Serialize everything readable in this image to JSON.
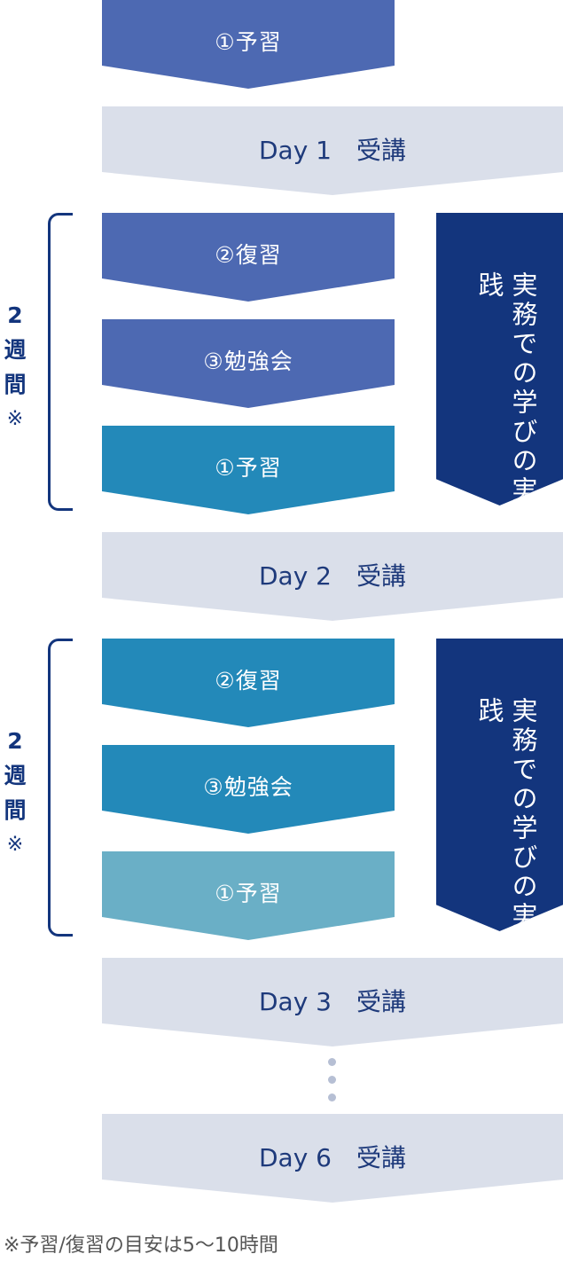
{
  "steps": {
    "s1": "①予習",
    "s2": "Day 1　受講",
    "s3": "②復習",
    "s4": "③勉強会",
    "s5": "①予習",
    "s6": "Day 2　受講",
    "s7": "②復習",
    "s8": "③勉強会",
    "s9": "①予習",
    "s10": "Day 3　受講",
    "s11": "Day 6　受講"
  },
  "practice": {
    "label1": "実務での学びの実践",
    "label2": "実務での学びの実践"
  },
  "period": {
    "number": "2",
    "char1": "週",
    "char2": "間",
    "mark": "※"
  },
  "footnote": "※予習/復習の目安は5〜10時間",
  "colors": {
    "navy": "#13357d",
    "purple": "#4d69b2",
    "blue": "#2389b9",
    "light_blue": "#6aafc6",
    "day_gray": "#dadfea",
    "day_text": "#1e3a7b"
  }
}
